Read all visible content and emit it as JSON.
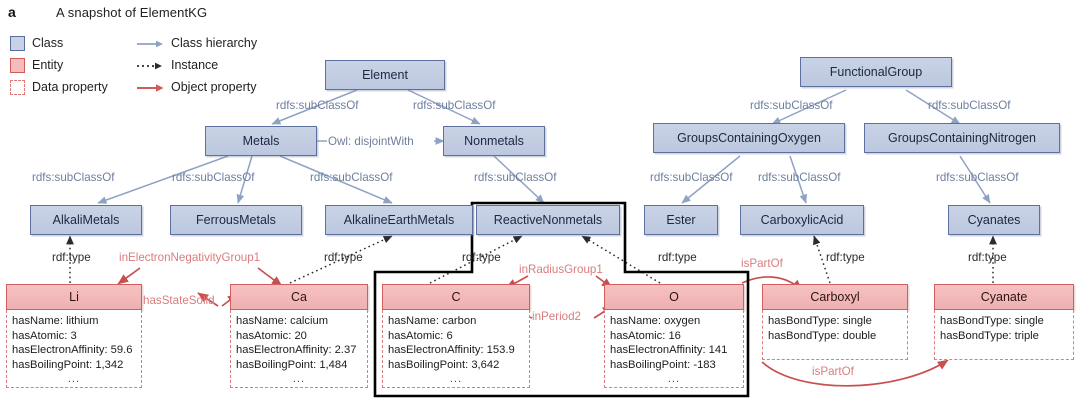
{
  "figure": {
    "panel_letter": "a",
    "title": "A snapshot of ElementKG"
  },
  "colors": {
    "class_fill": "#c7d2e6",
    "class_border": "#5d70a0",
    "entity_fill": "#f4bcbc",
    "entity_border": "#d0605f",
    "data_property_border": "#e07b7b",
    "class_hierarchy_edge": "#8fa2c4",
    "instance_edge": "#333333",
    "object_property_edge": "#c94f4f",
    "object_property_label": "#d97d7d",
    "highlight_outline": "#000000"
  },
  "legend": {
    "shapes": [
      {
        "key": "class",
        "label": "Class"
      },
      {
        "key": "entity",
        "label": "Entity"
      },
      {
        "key": "data-property",
        "label": "Data property"
      }
    ],
    "edges": [
      {
        "key": "class-hierarchy",
        "label": "Class hierarchy"
      },
      {
        "key": "instance",
        "label": "Instance"
      },
      {
        "key": "object-property",
        "label": "Object property"
      }
    ]
  },
  "classes": [
    {
      "id": "element",
      "label": "Element"
    },
    {
      "id": "metals",
      "label": "Metals"
    },
    {
      "id": "nonmetals",
      "label": "Nonmetals"
    },
    {
      "id": "functional-group",
      "label": "FunctionalGroup"
    },
    {
      "id": "groups-containing-oxygen",
      "label": "GroupsContainingOxygen"
    },
    {
      "id": "groups-containing-nitrogen",
      "label": "GroupsContainingNitrogen"
    },
    {
      "id": "alkali-metals",
      "label": "AlkaliMetals"
    },
    {
      "id": "ferrous-metals",
      "label": "FerrousMetals"
    },
    {
      "id": "alkaline-earth-metals",
      "label": "AlkalineEarthMetals"
    },
    {
      "id": "reactive-nonmetals",
      "label": "ReactiveNonmetals"
    },
    {
      "id": "ester",
      "label": "Ester"
    },
    {
      "id": "carboxylic-acid",
      "label": "CarboxylicAcid"
    },
    {
      "id": "cyanates",
      "label": "Cyanates"
    }
  ],
  "entities": [
    {
      "id": "li",
      "label": "Li",
      "properties": [
        "hasName: lithium",
        "hasAtomic: 3",
        "hasElectronAffinity: 59.6",
        "hasBoilingPoint: 1,342"
      ],
      "ellipsis": "..."
    },
    {
      "id": "ca",
      "label": "Ca",
      "properties": [
        "hasName: calcium",
        "hasAtomic: 20",
        "hasElectronAffinity: 2.37",
        "hasBoilingPoint: 1,484"
      ],
      "ellipsis": "..."
    },
    {
      "id": "c",
      "label": "C",
      "properties": [
        "hasName: carbon",
        "hasAtomic: 6",
        "hasElectronAffinity: 153.9",
        "hasBoilingPoint: 3,642"
      ],
      "ellipsis": "..."
    },
    {
      "id": "o",
      "label": "O",
      "properties": [
        "hasName: oxygen",
        "hasAtomic: 16",
        "hasElectronAffinity: 141",
        "hasBoilingPoint: -183"
      ],
      "ellipsis": "..."
    },
    {
      "id": "carboxyl",
      "label": "Carboxyl",
      "properties": [
        "hasBondType: single",
        "hasBondType: double"
      ],
      "ellipsis": ""
    },
    {
      "id": "cyanate",
      "label": "Cyanate",
      "properties": [
        "hasBondType: single",
        "hasBondType: triple"
      ],
      "ellipsis": ""
    }
  ],
  "edge_labels": {
    "subclassof": "rdfs:subClassOf",
    "disjointwith": "Owl: disjointWith",
    "rdftype": "rdf:type",
    "in_electronegativity_group1": "inElectronNegativityGroup1",
    "has_state_solid": "hasStateSolid",
    "in_radius_group1": "inRadiusGroup1",
    "in_period2": "inPeriod2",
    "is_part_of": "isPartOf"
  },
  "edges": {
    "subclassof_instances": [
      "element-metals",
      "element-nonmetals",
      "metals-alkalimetals",
      "metals-ferrousmetals",
      "metals-alkalineearthmetals",
      "nonmetals-reactivenonmetals",
      "functionalgroup-groupscontainingoxygen",
      "functionalgroup-groupscontainingnitrogen",
      "gco-ester",
      "gco-carboxylicacid",
      "gcn-cyanates"
    ],
    "rdftype_instances": [
      "li-alkalimetals",
      "ca-alkalineearthmetals",
      "c-reactivenonmetals",
      "o-reactivenonmetals",
      "carboxyl-carboxylicacid",
      "cyanate-cyanates"
    ],
    "object_properties": [
      {
        "label_key": "in_electronegativity_group1",
        "from": "li",
        "to": "ca"
      },
      {
        "label_key": "has_state_solid",
        "from": "li",
        "to": "ca"
      },
      {
        "label_key": "in_radius_group1",
        "from": "c",
        "to": "o"
      },
      {
        "label_key": "in_period2",
        "from": "c",
        "to": "o"
      },
      {
        "label_key": "is_part_of",
        "from": "o",
        "to": "carboxyl"
      },
      {
        "label_key": "is_part_of",
        "from": "carboxyl",
        "to": "cyanate"
      }
    ]
  }
}
